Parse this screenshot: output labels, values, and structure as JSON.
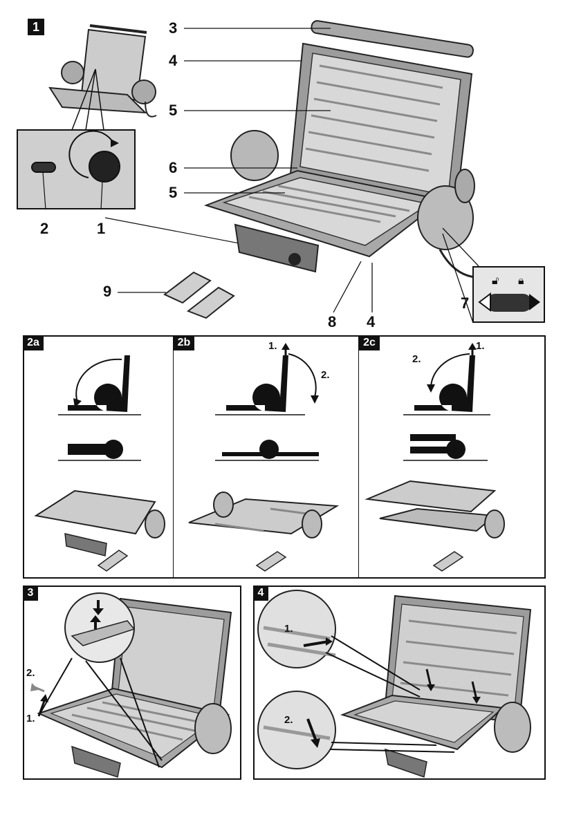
{
  "figure1": {
    "badge": "1",
    "callouts": [
      "3",
      "4",
      "5",
      "6",
      "5",
      "2",
      "1",
      "9",
      "8",
      "4",
      "7"
    ]
  },
  "figure2": {
    "badges": [
      "2a",
      "2b",
      "2c"
    ],
    "steps_2b": [
      "1.",
      "2."
    ],
    "steps_2c": [
      "2.",
      "1."
    ]
  },
  "figure3": {
    "badge": "3",
    "steps": [
      "2.",
      "1."
    ]
  },
  "figure4": {
    "badge": "4",
    "steps": [
      "1.",
      "2."
    ]
  },
  "colors": {
    "line": "#111111",
    "metal": "#9a9a9a",
    "plate": "#d6d6d6",
    "dark": "#333333",
    "panel_bg": "#cfcfcf"
  }
}
